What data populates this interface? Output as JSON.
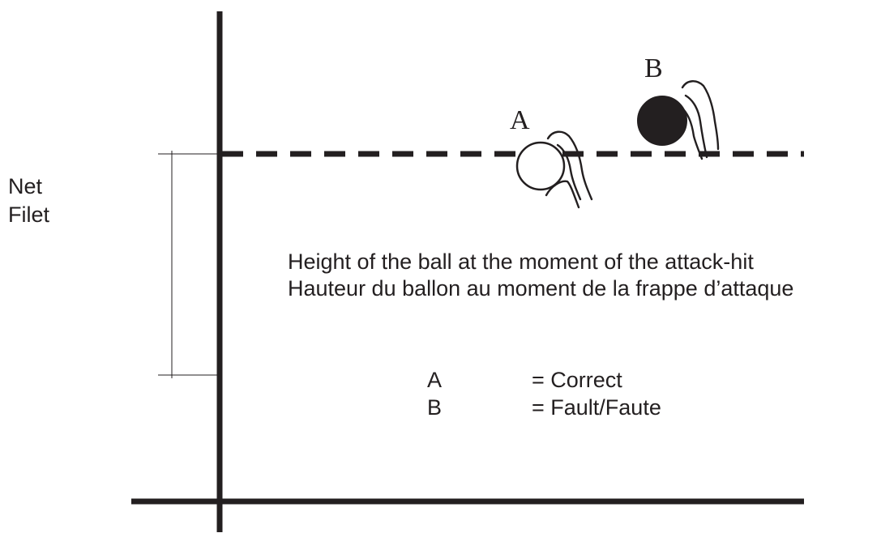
{
  "net_label": {
    "line1": "Net",
    "line2": "Filet"
  },
  "ball_a_label": "A",
  "ball_b_label": "B",
  "caption": {
    "line1": "Height of the ball at the moment of the attack-hit",
    "line2": "Hauteur du ballon au moment de la frappe d’attaque"
  },
  "legend": [
    {
      "key": "A",
      "value": "= Correct"
    },
    {
      "key": "B",
      "value": "= Fault/Faute"
    }
  ],
  "colors": {
    "ink": "#231f20",
    "background": "#ffffff"
  }
}
